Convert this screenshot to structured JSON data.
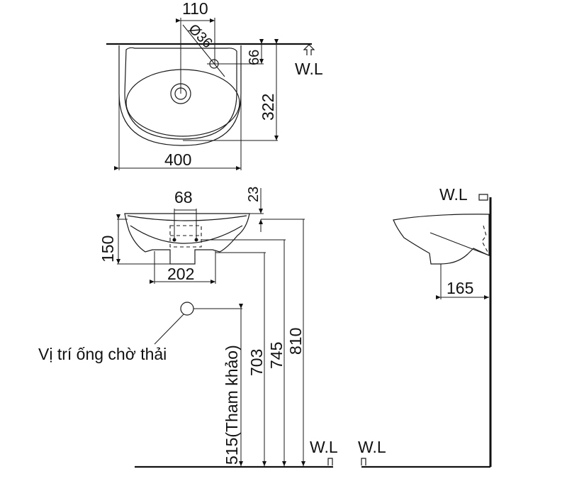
{
  "drawing": {
    "type": "washbasin technical drawing",
    "top_view": {
      "faucet_offset": "110",
      "faucet_hole_diameter": "Ø36",
      "faucet_hole_depth": "66",
      "depth": "322",
      "width": "400",
      "wall_label": "W.L"
    },
    "front_view": {
      "hole_spacing": "68",
      "rim_offset": "23",
      "height": "150",
      "bracket_spacing": "202",
      "waste_label": "Vị trí ống chờ thải",
      "waste_height": "515(Tham khảo)",
      "dim_703": "703",
      "dim_745": "745",
      "dim_810": "810",
      "floor_wall_label": "W.L"
    },
    "side_view": {
      "wall_label_top": "W.L",
      "wall_label_floor": "W.L",
      "projection": "165"
    }
  }
}
